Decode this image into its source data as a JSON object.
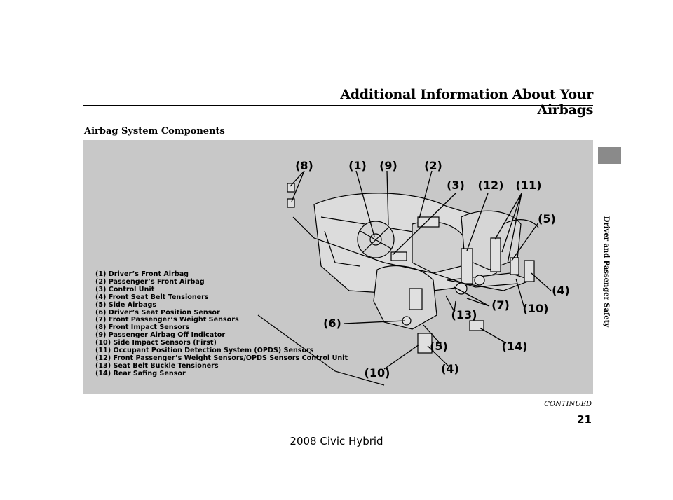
{
  "page_title": "Additional Information About Your Airbags",
  "section_heading": "Airbag System Components",
  "side_label": "Driver and Passenger Safety",
  "callouts": {
    "c8": "(8)",
    "c1": "(1)",
    "c9": "(9)",
    "c2": "(2)",
    "c3": "(3)",
    "c12": "(12)",
    "c11": "(11)",
    "c5a": "(5)",
    "c4a": "(4)",
    "c7": "(7)",
    "c10a": "(10)",
    "c13": "(13)",
    "c6": "(6)",
    "c5b": "(5)",
    "c14": "(14)",
    "c10b": "(10)",
    "c4b": "(4)"
  },
  "legend": [
    "(1) Driver’s Front Airbag",
    "(2) Passenger’s Front Airbag",
    "(3) Control Unit",
    "(4) Front Seat Belt Tensioners",
    "(5) Side Airbags",
    "(6) Driver’s Seat Position Sensor",
    "(7) Front Passenger’s Weight Sensors",
    "(8) Front Impact Sensors",
    "(9) Passenger Airbag Off Indicator",
    "(10) Side Impact Sensors (First)",
    "(11) Occupant Position Detection System (OPDS) Sensors",
    "(12) Front Passenger’s Weight Sensors/OPDS Sensors Control Unit",
    "(13) Seat Belt Buckle Tensioners",
    "(14) Rear Safing Sensor"
  ],
  "continued": "CONTINUED",
  "page_number": "21",
  "footer_watermark": "2008  Civic  Hybrid"
}
